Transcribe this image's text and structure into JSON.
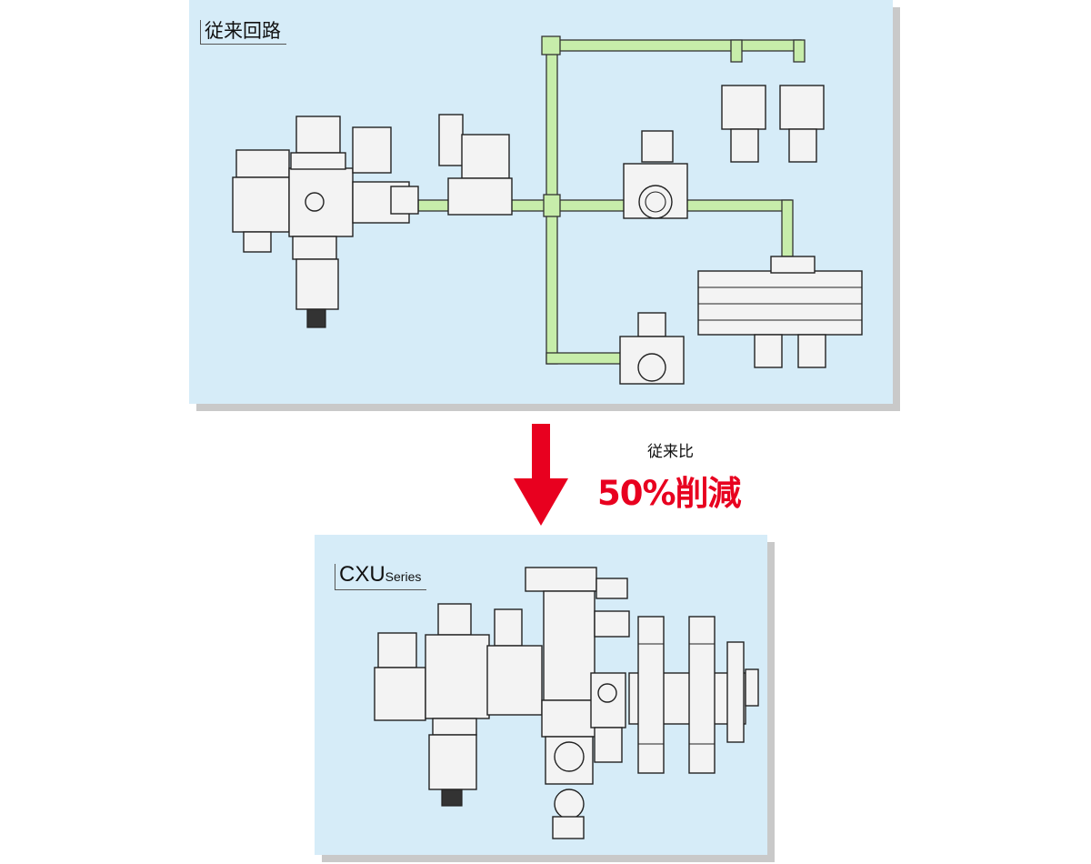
{
  "top_panel": {
    "label": "従来回路"
  },
  "bottom_panel": {
    "label_main": "CXU",
    "label_sub": "Series"
  },
  "comparison": {
    "label": "従来比",
    "value": "50%削減"
  },
  "colors": {
    "accent": "#e8001f",
    "panel": "#d6ecf8",
    "pipe": "#c7edaa"
  },
  "icons": {
    "arrow": "down-arrow-icon"
  }
}
